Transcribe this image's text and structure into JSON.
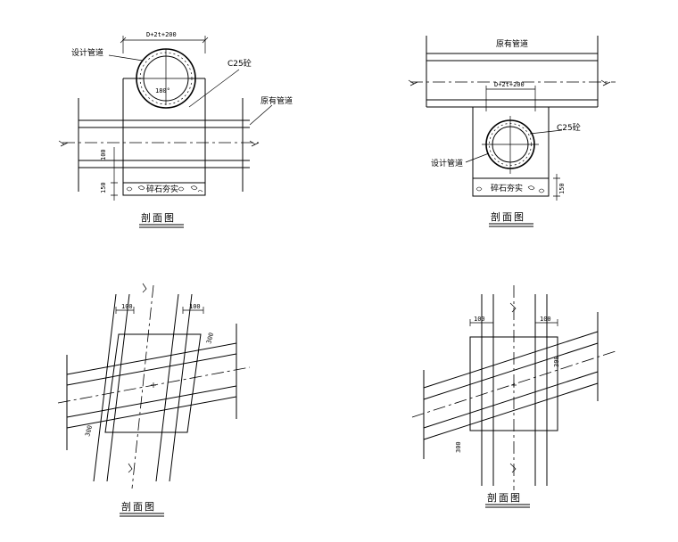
{
  "views": {
    "top_left": {
      "title": "剖面图",
      "label_design_pipe": "设计管道",
      "label_concrete": "C25砼",
      "label_existing_pipe": "原有管道",
      "label_gravel": "碎石夯实",
      "dim_width": "D+2t+200",
      "dim_angle": "180°",
      "dim_depth_1": "100",
      "dim_depth_2": "150"
    },
    "top_right": {
      "title": "剖面图",
      "label_existing_pipe": "原有管道",
      "label_concrete": "C25砼",
      "label_design_pipe": "设计管道",
      "label_gravel": "碎石夯实",
      "dim_width": "D+2t+200",
      "dim_depth": "150"
    },
    "bottom_left": {
      "title": "剖面图",
      "dim_left": "100",
      "dim_right": "100",
      "dim_side_1": "300",
      "dim_side_2": "300"
    },
    "bottom_right": {
      "title": "剖面图",
      "dim_left": "100",
      "dim_right": "100",
      "dim_side_1": "300",
      "dim_side_2": "300"
    }
  }
}
